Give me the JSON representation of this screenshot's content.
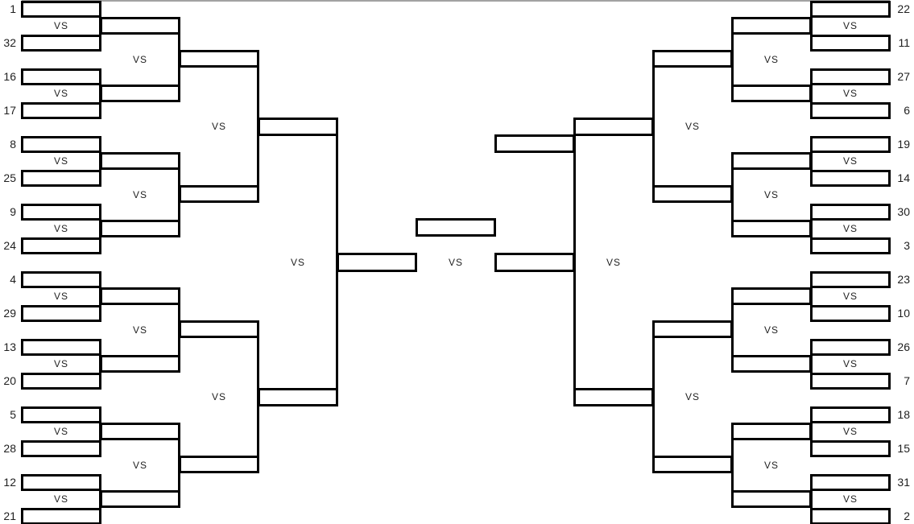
{
  "bracket": {
    "vs_label": "VS",
    "total_teams": 32,
    "vs_label_count": 31,
    "left_seeds_top_to_bottom": [
      1,
      32,
      16,
      17,
      8,
      25,
      9,
      24,
      4,
      29,
      13,
      20,
      5,
      28,
      12,
      21
    ],
    "right_seeds_top_to_bottom": [
      22,
      11,
      27,
      6,
      19,
      14,
      30,
      3,
      23,
      10,
      26,
      7,
      18,
      15,
      31,
      2
    ],
    "left_first_round_matchups": [
      [
        1,
        32
      ],
      [
        16,
        17
      ],
      [
        8,
        25
      ],
      [
        9,
        24
      ],
      [
        4,
        29
      ],
      [
        13,
        20
      ],
      [
        5,
        28
      ],
      [
        12,
        21
      ]
    ],
    "right_first_round_matchups": [
      [
        22,
        11
      ],
      [
        27,
        6
      ],
      [
        19,
        14
      ],
      [
        30,
        3
      ],
      [
        23,
        10
      ],
      [
        26,
        7
      ],
      [
        18,
        15
      ],
      [
        31,
        2
      ]
    ],
    "colors": {
      "line": "#000000",
      "text": "#1f1f1f",
      "background": "#ffffff",
      "top_border": "#a2a2a2"
    }
  }
}
